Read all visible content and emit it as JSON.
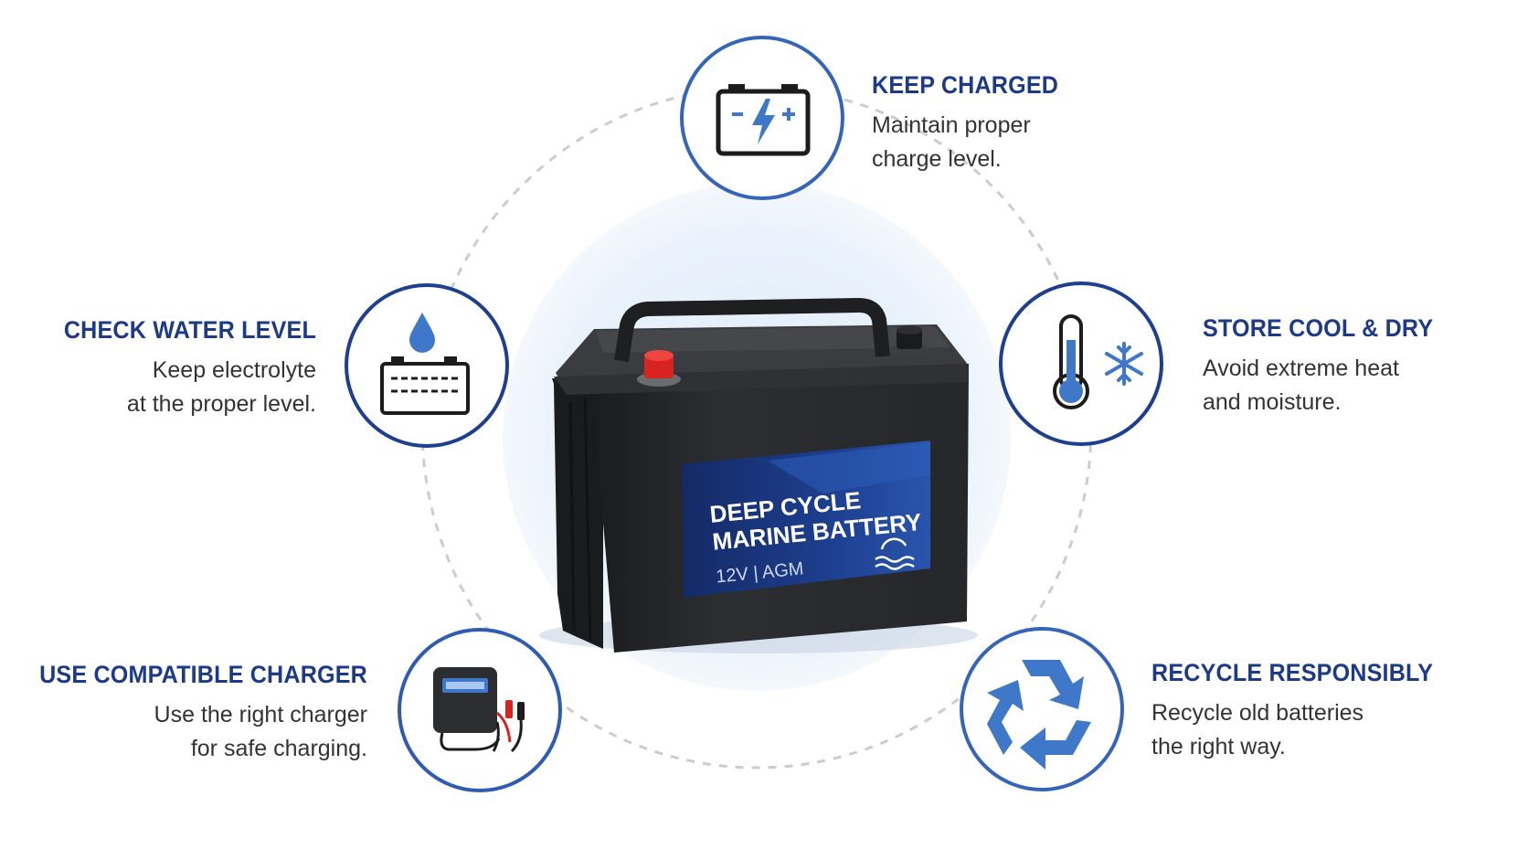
{
  "product": {
    "label_line1": "DEEP CYCLE",
    "label_line2": "MARINE BATTERY",
    "spec": "12V | AGM"
  },
  "tips": [
    {
      "id": "keep-charged",
      "title": "KEEP CHARGED",
      "desc_line1": "Maintain proper",
      "desc_line2": "charge level.",
      "icon": "battery-charge-icon"
    },
    {
      "id": "store-cool-dry",
      "title": "STORE COOL & DRY",
      "desc_line1": "Avoid extreme heat",
      "desc_line2": "and moisture.",
      "icon": "thermometer-snowflake-icon"
    },
    {
      "id": "recycle",
      "title": "RECYCLE RESPONSIBLY",
      "desc_line1": "Recycle old batteries",
      "desc_line2": "the right way.",
      "icon": "recycle-icon"
    },
    {
      "id": "compatible-charger",
      "title": "USE COMPATIBLE CHARGER",
      "desc_line1": "Use the right charger",
      "desc_line2": "for safe charging.",
      "icon": "charger-icon"
    },
    {
      "id": "check-water",
      "title": "CHECK WATER LEVEL",
      "desc_line1": "Keep electrolyte",
      "desc_line2": "at the proper level.",
      "icon": "water-drop-battery-icon"
    }
  ],
  "colors": {
    "accent": "#1d3a86",
    "ring": "#2f5bb0",
    "icon_fill": "#3f78c8",
    "dashed_path": "#c9ccd2",
    "halo": "#e8f1fb",
    "battery_body": "#2b2d30",
    "terminal_positive": "#d8231f"
  }
}
